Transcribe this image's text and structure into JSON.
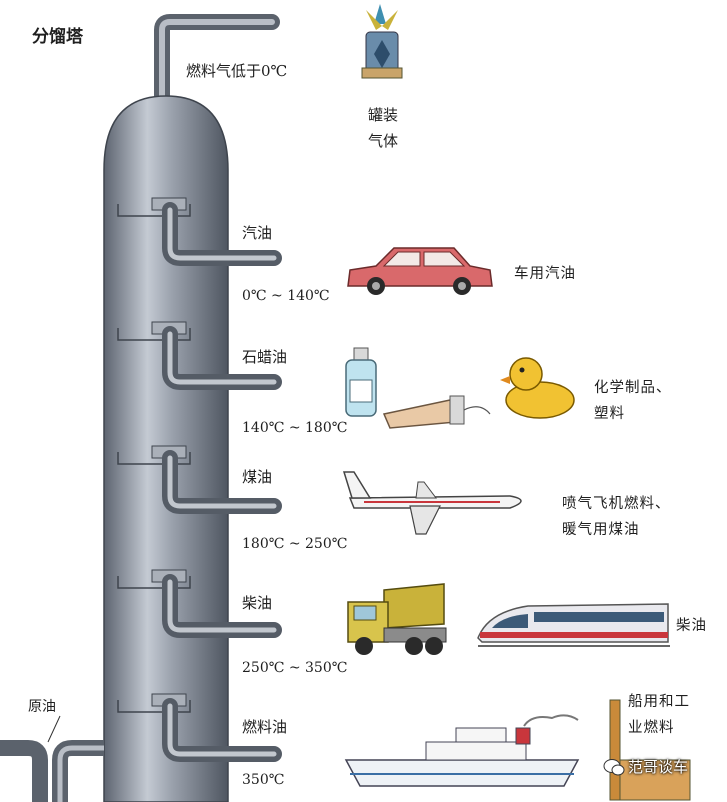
{
  "title": "分馏塔",
  "top_product": {
    "label": "燃料气低于0℃",
    "use_line1": "罐装",
    "use_line2": "气体"
  },
  "fractions": [
    {
      "name": "汽油",
      "range": "0℃ ~ 140℃",
      "use_line1": "车用汽油",
      "use_line2": ""
    },
    {
      "name": "石蜡油",
      "range": "140℃ ~ 180℃",
      "use_line1": "化学制品、",
      "use_line2": "塑料"
    },
    {
      "name": "煤油",
      "range": "180℃ ~ 250℃",
      "use_line1": "喷气飞机燃料、",
      "use_line2": "暖气用煤油"
    },
    {
      "name": "柴油",
      "range": "250℃ ~ 350℃",
      "use_line1": "柴油",
      "use_line2": ""
    },
    {
      "name": "燃料油",
      "range": "350℃",
      "use_line1": "船用和工",
      "use_line2": "业燃料"
    }
  ],
  "feed_label": "原油",
  "watermark": "范哥谈车",
  "colors": {
    "column": "#7d8592",
    "column_light": "#c9ced6",
    "pipe": "#8a9099",
    "car": "#d9696b",
    "truck": "#c9b23a",
    "duck": "#f1c232",
    "train": "#c9363c"
  }
}
